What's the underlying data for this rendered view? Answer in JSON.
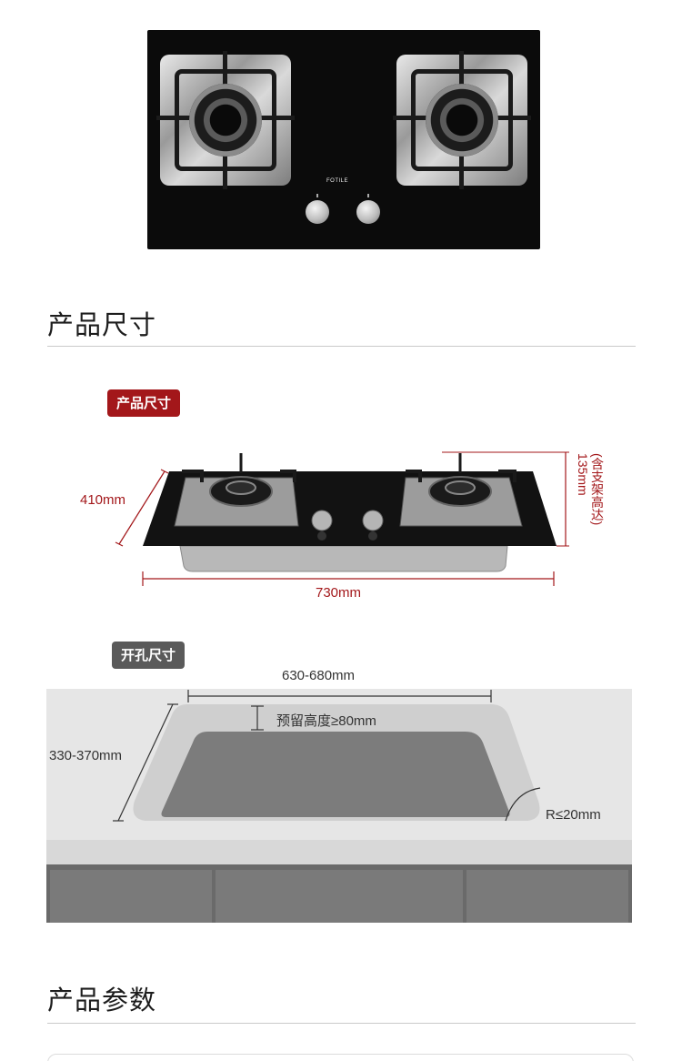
{
  "hero": {
    "brand": "FOTILE"
  },
  "sections": {
    "size_title": "产品尺寸",
    "params_title": "产品参数"
  },
  "tags": {
    "product_size": "产品尺寸",
    "cutout_size": "开孔尺寸"
  },
  "product_dims": {
    "depth": "410mm",
    "width": "730mm",
    "height": "135mm",
    "height_note": "(含支架高达)"
  },
  "cutout_dims": {
    "width": "630-680mm",
    "depth": "330-370mm",
    "clearance": "预留高度≥80mm",
    "radius": "R≤20mm"
  },
  "colors": {
    "accent": "#a3171a",
    "tag_gray": "#5a5a5a"
  }
}
